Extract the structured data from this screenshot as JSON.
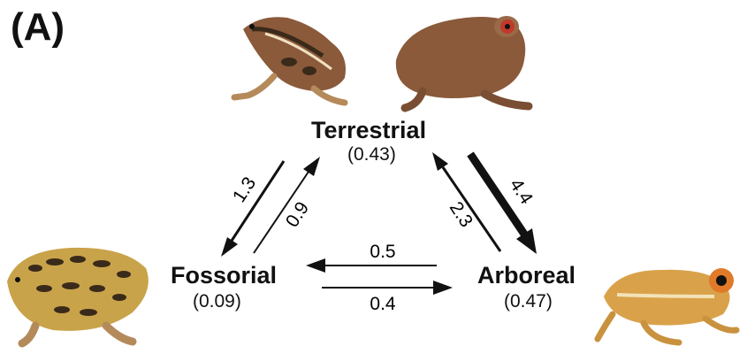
{
  "panel_label": "(A)",
  "nodes": {
    "terrestrial": {
      "name": "Terrestrial",
      "value": "(0.43)"
    },
    "fossorial": {
      "name": "Fossorial",
      "value": "(0.09)"
    },
    "arboreal": {
      "name": "Arboreal",
      "value": "(0.47)"
    }
  },
  "transitions": [
    {
      "from": "terrestrial",
      "to": "fossorial",
      "rate": "1.3"
    },
    {
      "from": "fossorial",
      "to": "terrestrial",
      "rate": "0.9"
    },
    {
      "from": "arboreal",
      "to": "terrestrial",
      "rate": "2.3"
    },
    {
      "from": "terrestrial",
      "to": "arboreal",
      "rate": "4.4"
    },
    {
      "from": "arboreal",
      "to": "fossorial",
      "rate": "0.5"
    },
    {
      "from": "fossorial",
      "to": "arboreal",
      "rate": "0.4"
    }
  ],
  "colors": {
    "arrow": "#111111",
    "frog_brown": "#8a5a3a",
    "frog_tan": "#b58a5a",
    "frog_yellow": "#c9a34a",
    "frog_spot": "#3a2a1a",
    "frog_orange": "#d9a24a",
    "eye_red": "#c0392b"
  }
}
